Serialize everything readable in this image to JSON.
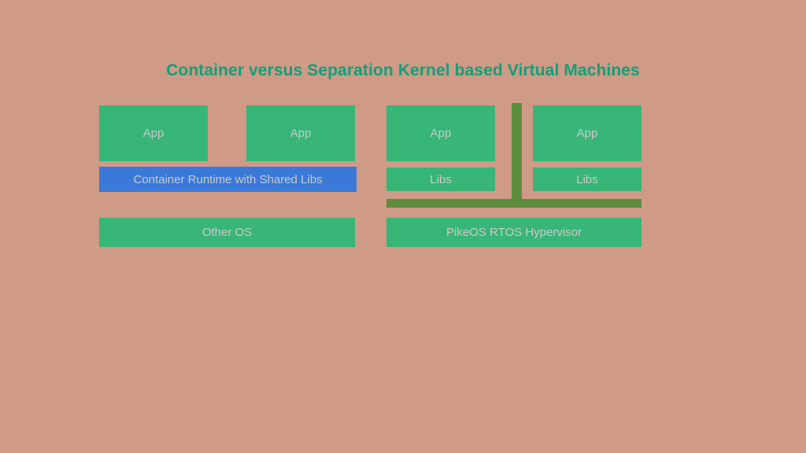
{
  "slide": {
    "title": "Container versus Separation Kernel based Virtual Machines",
    "background_color": "#cf9a86",
    "title_color": "#10a07a"
  },
  "colors": {
    "app_box": "#37b677",
    "container_runtime": "#3a79d8",
    "separation_kernel_bar": "#5d8c3d",
    "label_text": "#c9c9c9"
  },
  "container_side": {
    "apps": [
      {
        "label": "App"
      },
      {
        "label": "App"
      }
    ],
    "runtime": {
      "label": "Container Runtime with Shared Libs"
    },
    "os": {
      "label": "Other OS"
    }
  },
  "separation_kernel_side": {
    "partitions": [
      {
        "app_label": "App",
        "libs_label": "Libs"
      },
      {
        "app_label": "App",
        "libs_label": "Libs"
      }
    ],
    "hypervisor": {
      "label": "PikeOS RTOS Hypervisor"
    }
  }
}
